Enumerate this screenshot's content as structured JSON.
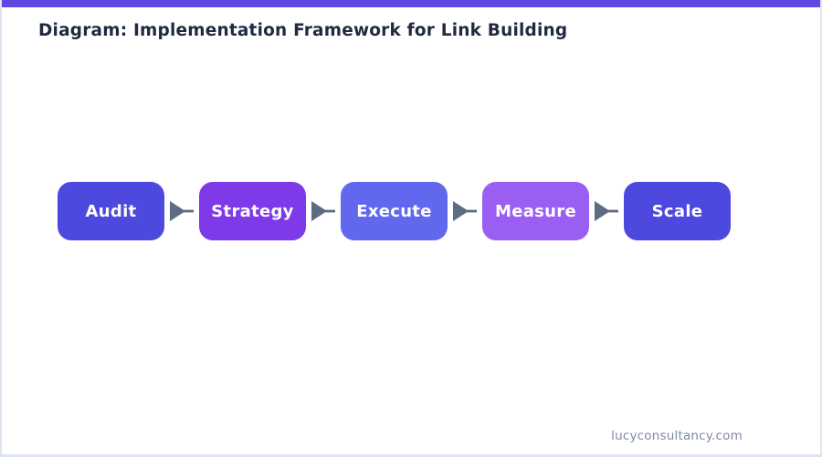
{
  "page": {
    "title": "Diagram: Implementation Framework for Link Building",
    "footer": "lucyconsultancy.com"
  },
  "colors": {
    "top_bar": "#6345e0",
    "page_border": "#dfe5f0",
    "title_text": "#1f2940",
    "arrow": "#5d6c83",
    "footer_text": "#7e89a3",
    "step_text": "#ffffff"
  },
  "flow": {
    "steps": [
      {
        "label": "Audit",
        "color": "#4d49de"
      },
      {
        "label": "Strategy",
        "color": "#7e3ae8"
      },
      {
        "label": "Execute",
        "color": "#6268ee"
      },
      {
        "label": "Measure",
        "color": "#9a5ef2"
      },
      {
        "label": "Scale",
        "color": "#4d49de"
      }
    ],
    "arrow_icon": "right-arrow"
  }
}
